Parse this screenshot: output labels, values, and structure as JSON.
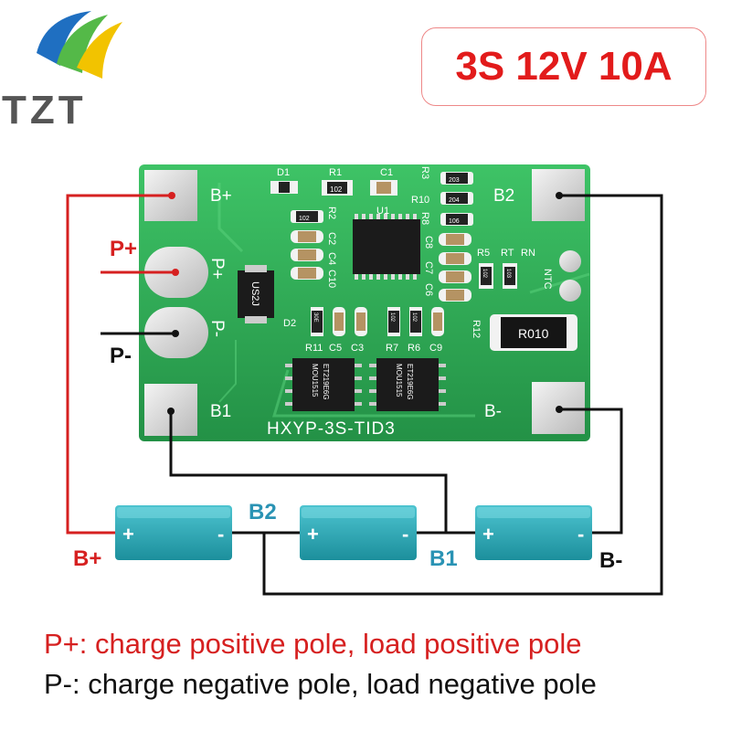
{
  "brand": {
    "name": "TZT"
  },
  "spec": {
    "title": "3S 12V 10A"
  },
  "board": {
    "model": "HXYP-3S-TID3",
    "pads": {
      "b_plus": "B+",
      "b2": "B2",
      "p_plus": "P+",
      "p_minus": "P-",
      "b1": "B1",
      "b_minus": "B-"
    },
    "components": {
      "d1": "D1",
      "r1": "R1",
      "r1_code": "102",
      "c1": "C1",
      "r3": "R3",
      "r10": "R10",
      "r8": "R8",
      "u1": "U1",
      "r3_code": "203",
      "r10_code": "204",
      "r8_code": "106",
      "r2": "R2",
      "r2_code": "102",
      "c2": "C2",
      "c4": "C4",
      "c10": "C10",
      "c8": "C8",
      "c7": "C7",
      "c6": "C6",
      "r5": "R5",
      "rt": "RT",
      "rn": "RN",
      "ntc": "NTC",
      "rn_code": "103",
      "r5_code": "102",
      "d2": "D2",
      "d2_mark": "US2J",
      "r12": "R12",
      "r010": "R010",
      "r11": "R11",
      "c5": "C5",
      "c3": "C3",
      "r7": "R7",
      "r6": "R6",
      "c9": "C9",
      "r11_code": "30E",
      "r7_code": "102",
      "r6_code": "102",
      "mosfet1_a": "MOU1515",
      "mosfet1_b": "ET219E6G",
      "mosfet2_a": "MOU1515",
      "mosfet2_b": "ET219E6G"
    }
  },
  "wiring": {
    "label_p_plus": "P+",
    "label_p_minus": "P-",
    "label_b_plus": "B+",
    "label_b2": "B2",
    "label_b1": "B1",
    "label_b_minus": "B-"
  },
  "battery": {
    "plus": "+",
    "minus": "-"
  },
  "legend": {
    "line1": "P+: charge positive pole, load positive pole",
    "line2": "P-: charge negative pole, load negative pole"
  },
  "colors": {
    "accent_red": "#e21b1b",
    "pcb_green": "#2aaa50",
    "battery_teal": "#28a8b6",
    "label_teal": "#2a93b4"
  }
}
